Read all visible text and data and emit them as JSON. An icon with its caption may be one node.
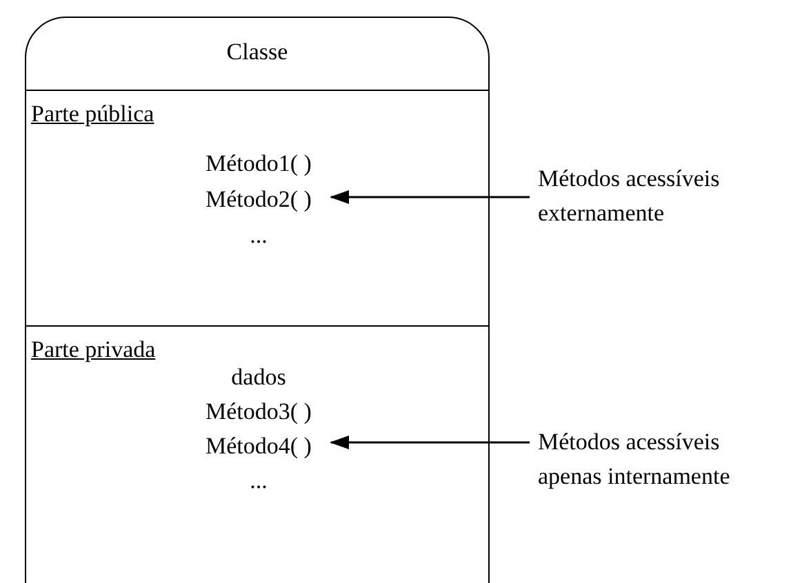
{
  "diagram": {
    "nodes": [
      {
        "text": [
          "Classe"
        ]
      },
      {
        "text": [
          "Parte pública"
        ],
        "in": 0
      },
      {
        "text": [
          "Método1( )",
          "Método2( )",
          "..."
        ],
        "in": 1
      },
      {
        "text": [
          "Parte privada"
        ],
        "in": 0
      },
      {
        "text": [
          "dados",
          "Método3( )",
          "Método4( )",
          "..."
        ],
        "in": 3
      },
      {
        "text": [
          "Métodos acessíveis externamente"
        ]
      },
      {
        "text": [
          "Métodos acessíveis apenas internamente"
        ]
      }
    ],
    "edges": [
      {
        "from": 5,
        "to": 2,
        "arrow": "to"
      },
      {
        "from": 6,
        "to": 4,
        "arrow": "to"
      }
    ]
  }
}
